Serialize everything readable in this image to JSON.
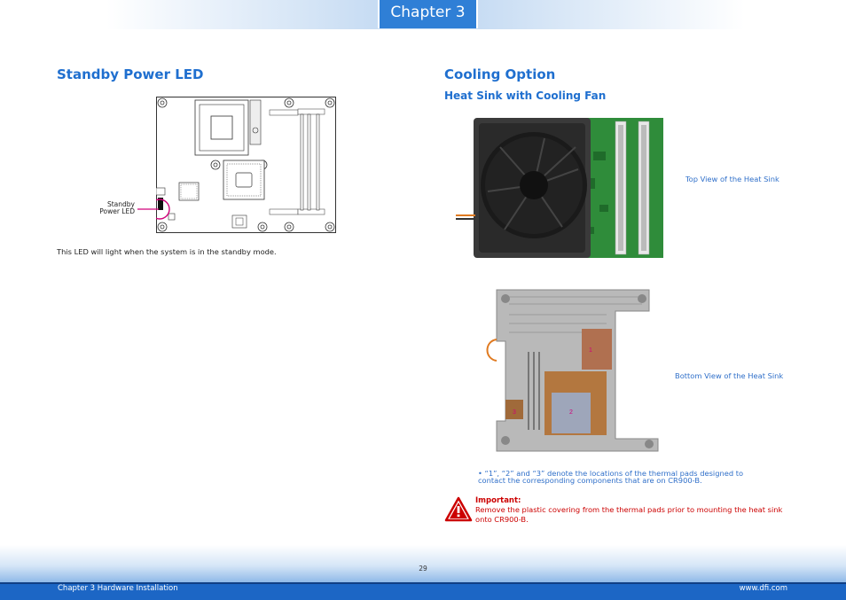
{
  "header": {
    "chapter_label": "Chapter 3"
  },
  "left": {
    "title": "Standby Power LED",
    "led_label_line1": "Standby",
    "led_label_line2": "Power LED",
    "description": "This LED will light when the system is in the standby mode."
  },
  "right": {
    "title": "Cooling Option",
    "subtitle": "Heat Sink with Cooling Fan",
    "top_caption": "Top View of the Heat Sink",
    "bottom_caption": "Bottom View of the Heat Sink",
    "pad_labels": [
      "1",
      "2",
      "3"
    ],
    "note": "• “1”, “2” and “3” denote the locations of the thermal pads designed to contact the corresponding components that are on CR900-B.",
    "important_title": "Important:",
    "important_text": "Remove the plastic covering from the thermal pads prior to mounting the heat sink onto CR900-B."
  },
  "footer": {
    "page_number": "29",
    "left_text": "Chapter 3 Hardware Installation",
    "right_text": "www.dfi.com"
  },
  "colors": {
    "heading": "#1f6fcf",
    "accent_red": "#cc0000",
    "led_marker": "#d0007a",
    "footer_blue": "#1c66c5"
  }
}
